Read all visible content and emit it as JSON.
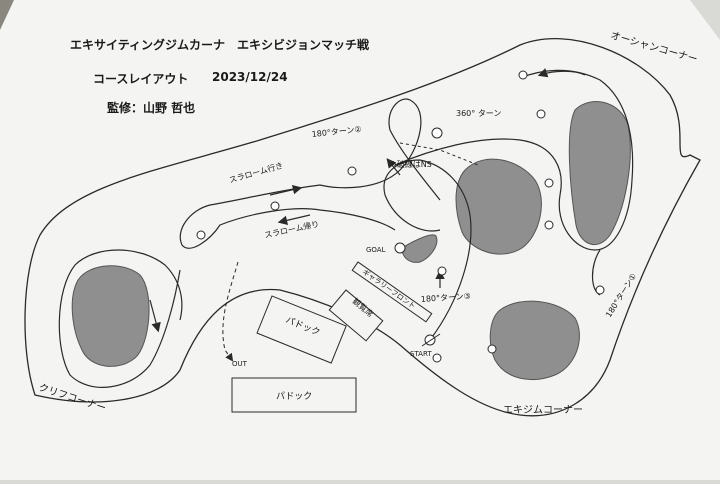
{
  "header": {
    "line1": "エキサイティングジムカーナ　エキシビジョンマッチ戦",
    "line2_left": "コースレイアウト",
    "line2_date": "2023/12/24",
    "line3": "監修：山野 哲也"
  },
  "labels": {
    "ocean_corner": "オーシャンコーナー",
    "cliff_corner": "クリフコーナー",
    "exigym_corner": "エキジムコーナー",
    "turn_180_1": "180°ターン①",
    "turn_180_2": "180°ターン②",
    "turn_180_3": "180°ターン③",
    "turn_360": "360° ターン",
    "slalom_out": "スラローム行き",
    "slalom_back": "スラローム帰り",
    "note_ns": "※破線はNS",
    "goal": "GOAL",
    "start": "START",
    "out": "OUT",
    "gallery_front": "ギャラリーフロント",
    "spectator": "観覧席",
    "paddock_1": "パドック",
    "paddock_2": "パドック"
  },
  "colors": {
    "paper": "#f4f4f2",
    "line": "#2a2a2a",
    "island": "#8f8f8f",
    "island_edge": "#555555"
  }
}
